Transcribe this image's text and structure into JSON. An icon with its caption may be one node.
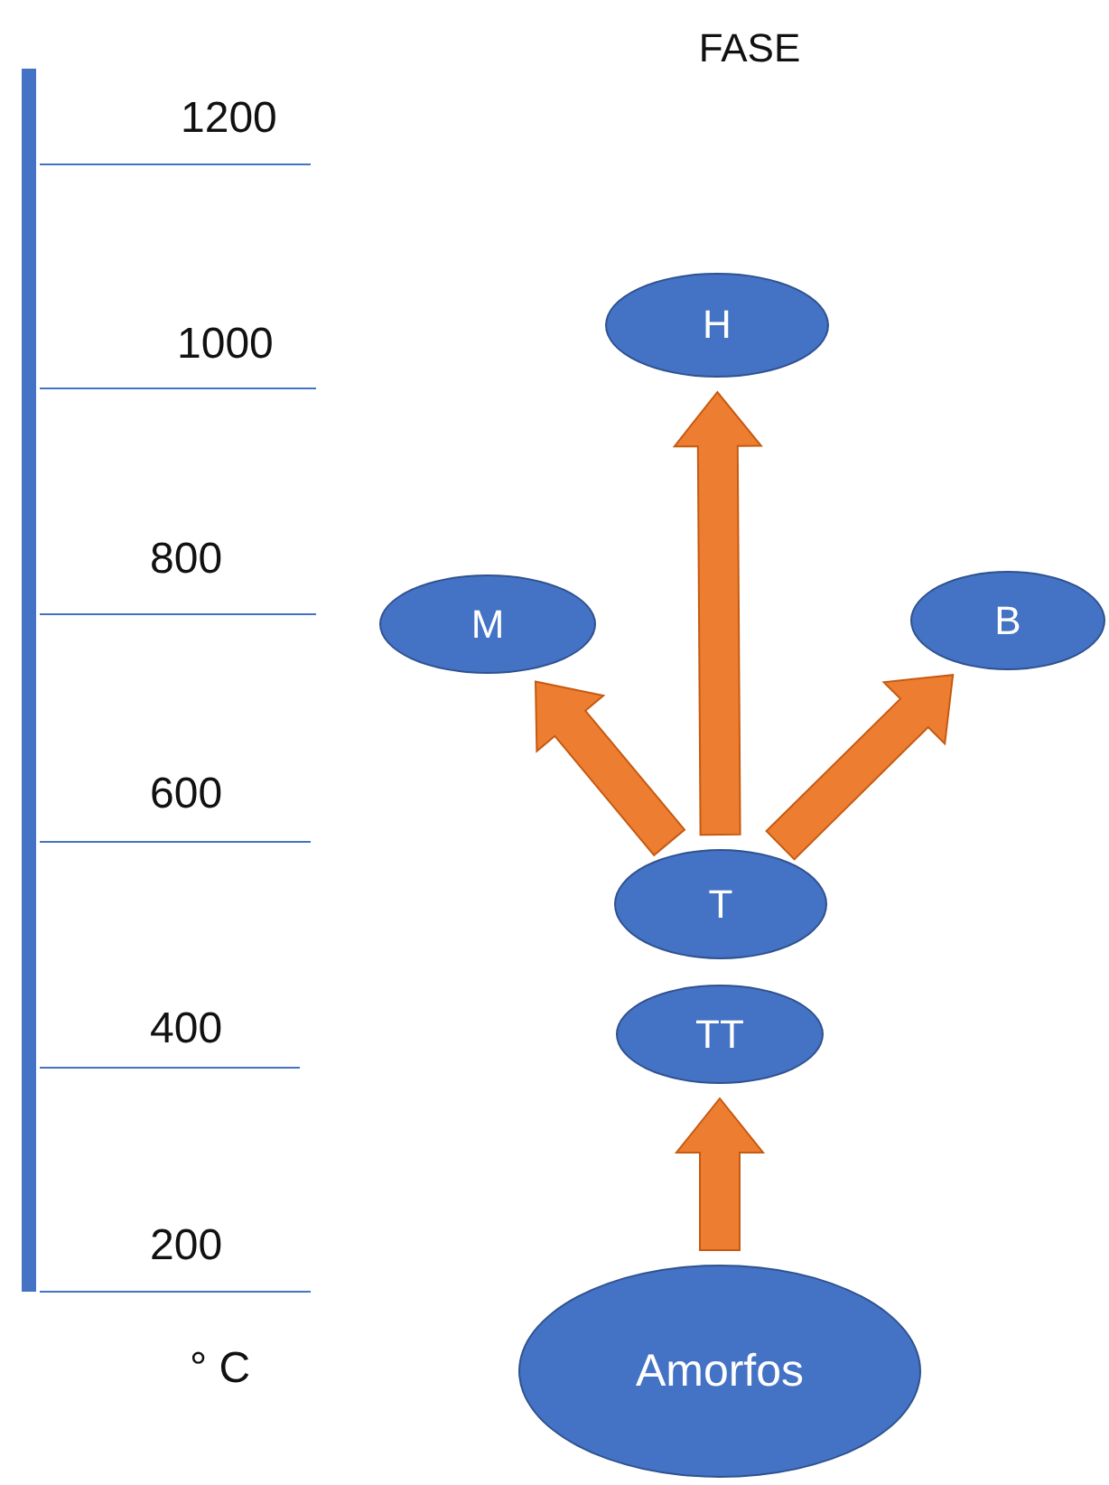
{
  "diagram": {
    "title": "FASE",
    "nodes": [
      {
        "text": [
          "H"
        ]
      },
      {
        "text": [
          "M"
        ]
      },
      {
        "text": [
          "B"
        ]
      },
      {
        "text": [
          "T"
        ]
      },
      {
        "text": [
          "TT"
        ]
      },
      {
        "text": [
          "Amorfos"
        ]
      }
    ],
    "edges": [
      {
        "from": 5,
        "to": 4,
        "arrow": "to",
        "style": "thick"
      },
      {
        "from": 3,
        "to": 1,
        "arrow": "to",
        "style": "thick"
      },
      {
        "from": 3,
        "to": 0,
        "arrow": "to",
        "style": "thick"
      },
      {
        "from": 3,
        "to": 2,
        "arrow": "to",
        "style": "thick"
      }
    ],
    "labels": [
      "1200",
      "1000",
      "800",
      "600",
      "400",
      "200",
      "° C"
    ]
  }
}
